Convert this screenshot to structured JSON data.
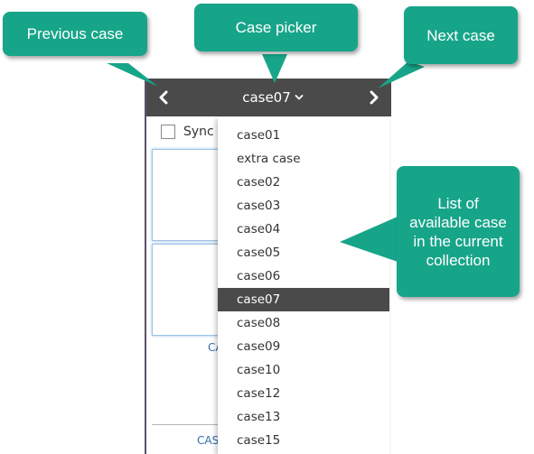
{
  "callouts": {
    "previous_case": "Previous case",
    "case_picker": "Case picker",
    "next_case": "Next case",
    "case_list": "List of available case in the current collection"
  },
  "toolbar": {
    "prev_icon": "chevron-left-icon",
    "next_icon": "chevron-right-icon",
    "current_case": "case07",
    "picker_icon": "chevron-down-icon"
  },
  "panel": {
    "sync_label": "Sync",
    "sync_checked": false,
    "thumb_labels": [
      "CA",
      "CAS"
    ]
  },
  "dropdown": {
    "items": [
      "case01",
      "extra case",
      "case02",
      "case03",
      "case04",
      "case05",
      "case06",
      "case07",
      "case08",
      "case09",
      "case10",
      "case12",
      "case13",
      "case15"
    ],
    "selected": "case07"
  },
  "colors": {
    "callout_green": "#17a589",
    "toolbar_dark": "#4a4a4a",
    "selected_bg": "#4a4a4a",
    "link_blue": "#2f6fb0"
  }
}
